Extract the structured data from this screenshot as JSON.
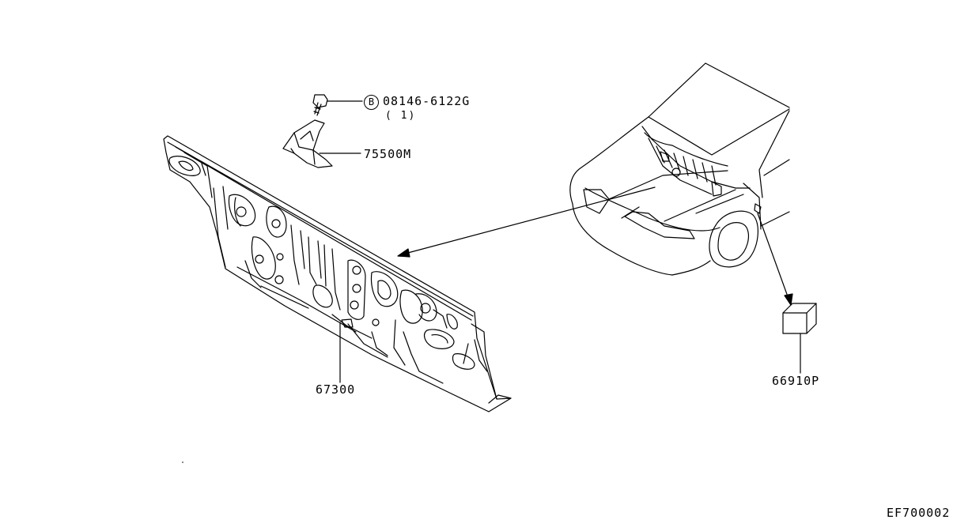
{
  "parts": {
    "bolt": {
      "marker": "B",
      "number": "08146-6122G",
      "qty": "( 1)"
    },
    "bracket": {
      "number": "75500M"
    },
    "dash_panel": {
      "number": "67300"
    },
    "insulator": {
      "number": "66910P"
    }
  },
  "diagram_code": "EF700002"
}
